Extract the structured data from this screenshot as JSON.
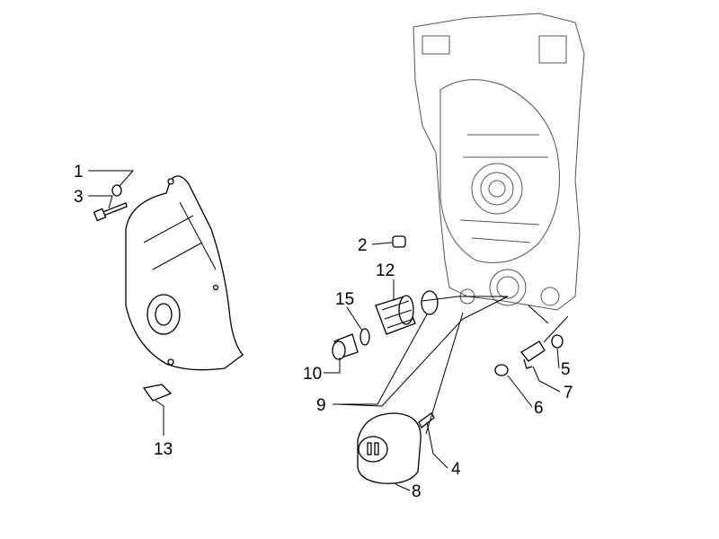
{
  "diagram": {
    "type": "exploded parts diagram",
    "line_color": "#000000",
    "background": "#ffffff",
    "callouts": [
      "1",
      "3",
      "2",
      "12",
      "15",
      "10",
      "9",
      "5",
      "7",
      "6",
      "13",
      "4",
      "8"
    ]
  }
}
